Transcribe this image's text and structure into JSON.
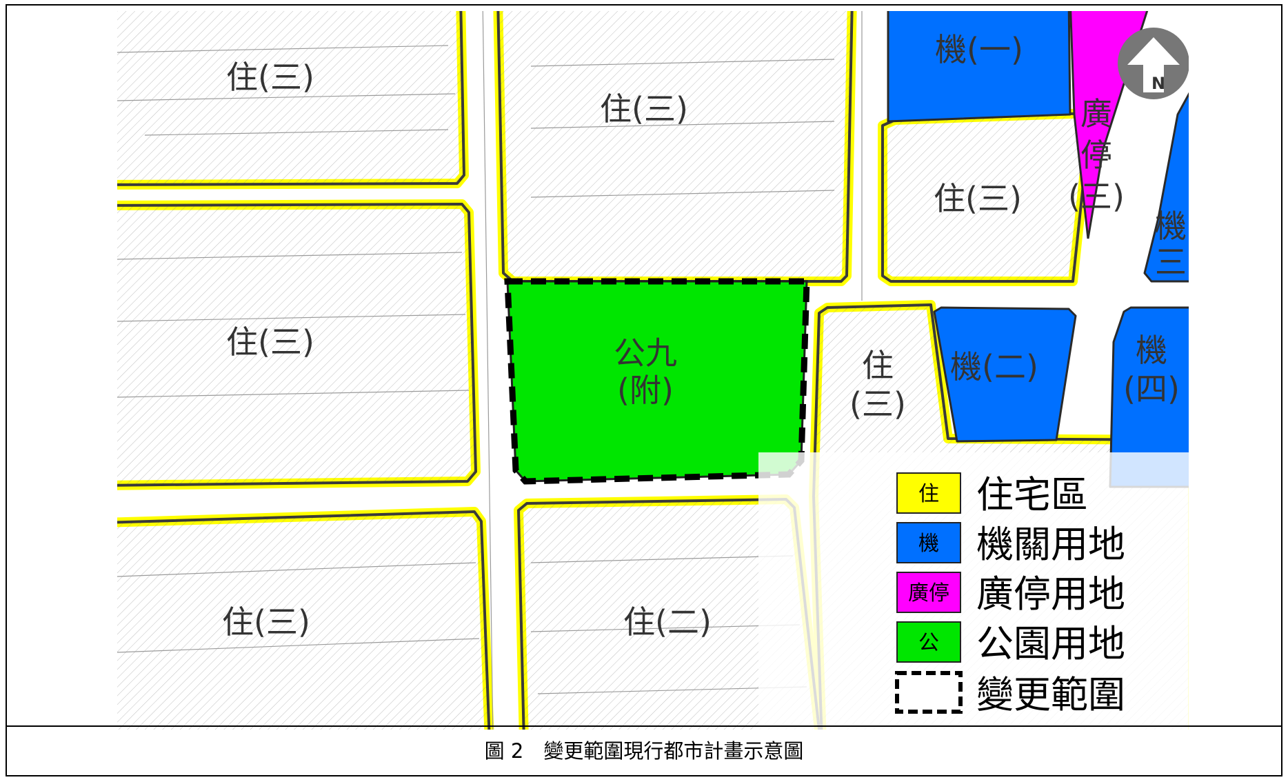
{
  "map": {
    "zone_labels": {
      "r3_top_left": "住(三)",
      "r3_top_center": "住(三)",
      "gov1": "機(一)",
      "square_vertical": [
        "廣",
        "停",
        "(三)"
      ],
      "r3_top_right": "住(三)",
      "gov3_vertical": [
        "機",
        "三"
      ],
      "r3_mid_left": "住(三)",
      "park_line1": "公九",
      "park_line2": "(附)",
      "r3_mid_vertical": [
        "住",
        "(三)"
      ],
      "gov2": "機(二)",
      "gov4_line1": "機",
      "gov4_line2": "(四)",
      "r3_bottom_left": "住(三)",
      "r2_bottom_center": "住(二)"
    },
    "north_label": "N",
    "colors": {
      "residential": "#ffff00",
      "government": "#0070ff",
      "square": "#ff00ff",
      "park": "#00e600",
      "boundary": "#000000"
    }
  },
  "legend": {
    "items": [
      {
        "symbol": "住",
        "label": "住宅區",
        "color": "#ffff00"
      },
      {
        "symbol": "機",
        "label": "機關用地",
        "color": "#0070ff"
      },
      {
        "symbol": "廣停",
        "label": "廣停用地",
        "color": "#ff00ff"
      },
      {
        "symbol": "公",
        "label": "公園用地",
        "color": "#00e600"
      },
      {
        "symbol": "",
        "label": "變更範圍",
        "color": "#000000"
      }
    ]
  },
  "caption": "圖 2　變更範圍現行都市計畫示意圖"
}
